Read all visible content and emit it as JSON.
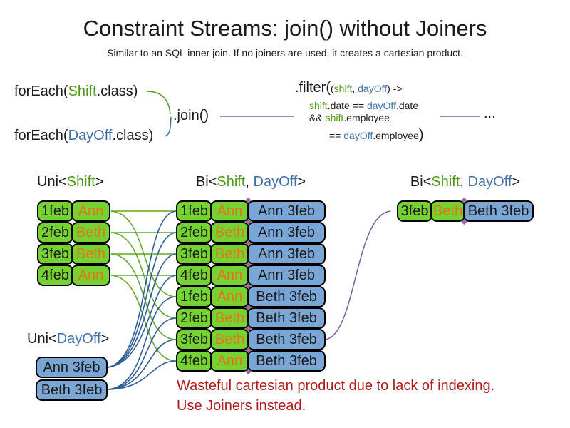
{
  "title": "Constraint Streams: join() without Joiners",
  "subtitle": "Similar to an SQL inner join. If no joiners are used, it creates a cartesian product.",
  "colors": {
    "green_fill": "#76d232",
    "blue_fill": "#7aa6d5",
    "orange_text": "#e07818",
    "code_green": "#4e9a14",
    "code_blue": "#3e6fa8",
    "line_green_straight": "#85c14f",
    "line_green_curve": "#64a52e",
    "line_blue": "#2f5e97",
    "line_purple": "#7a5a9a",
    "diamond_purple": "#9e6b9e",
    "note_red": "#b11a1a"
  },
  "code": {
    "foreach_shift": [
      "forEach(",
      "Shift",
      ".class)"
    ],
    "foreach_dayoff": [
      "forEach(",
      "DayOff",
      ".class)"
    ],
    "join": ".join()",
    "filter_line1": [
      ".filter(",
      "(",
      "shift",
      ", ",
      "dayOff",
      ") ->"
    ],
    "filter_line2": [
      "shift",
      ".date == ",
      "dayOff",
      ".date"
    ],
    "filter_line3": [
      "&& ",
      "shift",
      ".employee"
    ],
    "filter_line4": [
      "== ",
      "dayOff",
      ".employee",
      ")"
    ],
    "ellipsis": "..."
  },
  "labels": {
    "uni_shift": [
      "Uni<",
      "Shift",
      ">"
    ],
    "bi_mid": [
      "Bi<",
      "Shift",
      ", ",
      "DayOff",
      ">"
    ],
    "bi_right": [
      "Bi<",
      "Shift",
      ", ",
      "DayOff",
      ">"
    ],
    "uni_dayoff": [
      "Uni<",
      "DayOff",
      ">"
    ]
  },
  "tables": {
    "shift": {
      "rows": [
        {
          "date": "1feb",
          "employee": "Ann"
        },
        {
          "date": "2feb",
          "employee": "Beth"
        },
        {
          "date": "3feb",
          "employee": "Beth"
        },
        {
          "date": "4feb",
          "employee": "Ann"
        }
      ]
    },
    "dayoff": {
      "rows": [
        {
          "text": "Ann 3feb"
        },
        {
          "text": "Beth 3feb"
        }
      ]
    },
    "bi": {
      "rows": [
        {
          "date": "1feb",
          "employee": "Ann",
          "dayoff": "Ann 3feb"
        },
        {
          "date": "2feb",
          "employee": "Beth",
          "dayoff": "Ann 3feb"
        },
        {
          "date": "3feb",
          "employee": "Beth",
          "dayoff": "Ann 3feb"
        },
        {
          "date": "4feb",
          "employee": "Ann",
          "dayoff": "Ann 3feb"
        },
        {
          "date": "1feb",
          "employee": "Ann",
          "dayoff": "Beth 3feb"
        },
        {
          "date": "2feb",
          "employee": "Beth",
          "dayoff": "Beth 3feb"
        },
        {
          "date": "3feb",
          "employee": "Beth",
          "dayoff": "Beth 3feb"
        },
        {
          "date": "4feb",
          "employee": "Ann",
          "dayoff": "Beth 3feb"
        }
      ]
    },
    "bi_right": {
      "rows": [
        {
          "date": "3feb",
          "employee": "Beth",
          "dayoff": "Beth 3feb"
        }
      ]
    }
  },
  "note": {
    "line1": "Wasteful cartesian product due to lack of indexing.",
    "line2": "Use Joiners instead."
  }
}
